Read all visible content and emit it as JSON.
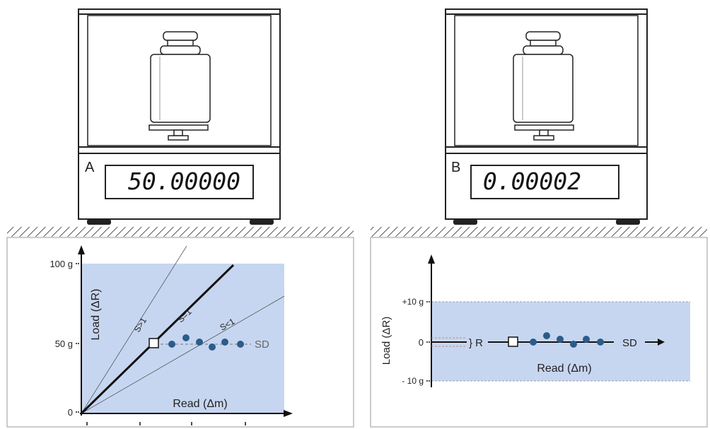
{
  "panel_a": {
    "letter": "A",
    "display": "50.00000",
    "y_axis_label": "Load (ΔR)",
    "x_axis_label": "Read (Δm)",
    "y_ticks": [
      "100 g",
      "50 g",
      "0"
    ],
    "line_labels": [
      "S>1",
      "S=1",
      "S<1"
    ],
    "sd_label": "SD"
  },
  "panel_b": {
    "letter": "B",
    "display": "0.00002",
    "y_axis_label": "Load (ΔR)",
    "x_axis_label": "Read (Δm)",
    "y_ticks": [
      "+10 g",
      "0",
      "- 10 g"
    ],
    "r_label": "} R",
    "sd_label": "SD"
  },
  "colors": {
    "shade": "#c7d6f0",
    "dot": "#2b5c8a",
    "line": "#111111",
    "dashed_red": "#c58a8a"
  }
}
